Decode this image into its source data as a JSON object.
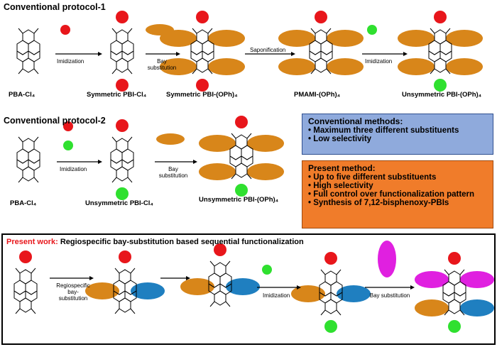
{
  "protocol1": {
    "title": "Conventional protocol-1",
    "labels": [
      "PBA-Cl₄",
      "Symmetric PBI-Cl₄",
      "Symmetric PBI-(OPh)₄",
      "PMAMI-(OPh)₄",
      "Unsymmetric PBI-(OPh)₄"
    ],
    "arrows": [
      "Imidization",
      "Bay substitution",
      "Saponification",
      "Imidization"
    ]
  },
  "protocol2": {
    "title": "Conventional protocol-2",
    "labels": [
      "PBA-Cl₄",
      "Unsymmetric PBI-Cl₄",
      "Unsymmetric PBI-(OPh)₄"
    ],
    "arrows": [
      "Imidization",
      "Bay substitution"
    ]
  },
  "conventional_box": {
    "title": "Conventional methods:",
    "bullets": [
      "Maximum three different substituents",
      "Low selectivity"
    ],
    "color": "#8faadc"
  },
  "present_box": {
    "title": "Present method:",
    "bullets": [
      "Up to five different substituents",
      "High selectivity",
      "Full control over functionalization pattern",
      "Synthesis of 7,12-bisphenoxy-PBIs"
    ],
    "color": "#f07c2a"
  },
  "present_work": {
    "prefix": "Present work:",
    "text": "Regiospecific bay-substitution based sequential functionalization",
    "arrows": [
      "Regiospecific bay-substitution",
      "",
      "Imidization",
      "Bay substitution"
    ]
  },
  "colors": {
    "red": "#e8161b",
    "green": "#2fe02f",
    "orange": "#d8861a",
    "blue": "#1f7fc0",
    "magenta": "#e020e0",
    "prefix": "#e8161b"
  }
}
